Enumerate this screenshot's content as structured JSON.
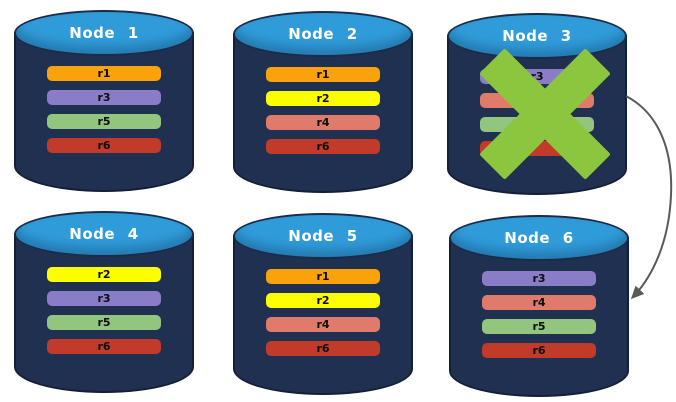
{
  "diagram": {
    "background": "#ffffff",
    "colors": {
      "cylinder_body": "#1F3050",
      "cylinder_top": "#2F9BD8",
      "failure_x": "#8CC63E",
      "arrow": "#595959"
    },
    "replica_palette": {
      "r1": "#F9A20B",
      "r2": "#FDFF00",
      "r3": "#8B7CC7",
      "r4": "#E07B6B",
      "r5": "#92C67F",
      "r6": "#C13A2A"
    },
    "nodes": [
      {
        "title": "Node 1",
        "failed": false,
        "replicas": [
          {
            "label": "r1",
            "color": "#F9A20B"
          },
          {
            "label": "r3",
            "color": "#8B7CC7"
          },
          {
            "label": "r5",
            "color": "#92C67F"
          },
          {
            "label": "r6",
            "color": "#C13A2A"
          }
        ]
      },
      {
        "title": "Node 2",
        "failed": false,
        "replicas": [
          {
            "label": "r1",
            "color": "#F9A20B"
          },
          {
            "label": "r2",
            "color": "#FDFF00"
          },
          {
            "label": "r4",
            "color": "#E07B6B"
          },
          {
            "label": "r6",
            "color": "#C13A2A"
          }
        ]
      },
      {
        "title": "Node 3",
        "failed": true,
        "replicas": [
          {
            "label": "r3",
            "color": "#8B7CC7"
          },
          {
            "label": "",
            "color": "#E07B6B"
          },
          {
            "label": "",
            "color": "#92C67F"
          },
          {
            "label": "",
            "color": "#C13A2A"
          }
        ]
      },
      {
        "title": "Node 4",
        "failed": false,
        "replicas": [
          {
            "label": "r2",
            "color": "#FDFF00"
          },
          {
            "label": "r3",
            "color": "#8B7CC7"
          },
          {
            "label": "r5",
            "color": "#92C67F"
          },
          {
            "label": "r6",
            "color": "#C13A2A"
          }
        ]
      },
      {
        "title": "Node 5",
        "failed": false,
        "replicas": [
          {
            "label": "r1",
            "color": "#F9A20B"
          },
          {
            "label": "r2",
            "color": "#FDFF00"
          },
          {
            "label": "r4",
            "color": "#E07B6B"
          },
          {
            "label": "r6",
            "color": "#C13A2A"
          }
        ]
      },
      {
        "title": "Node 6",
        "failed": false,
        "replicas": [
          {
            "label": "r3",
            "color": "#8B7CC7"
          },
          {
            "label": "r4",
            "color": "#E07B6B"
          },
          {
            "label": "r5",
            "color": "#92C67F"
          },
          {
            "label": "r6",
            "color": "#C13A2A"
          }
        ]
      }
    ],
    "arrow": {
      "from": "Node 3",
      "to": "Node 6"
    }
  }
}
